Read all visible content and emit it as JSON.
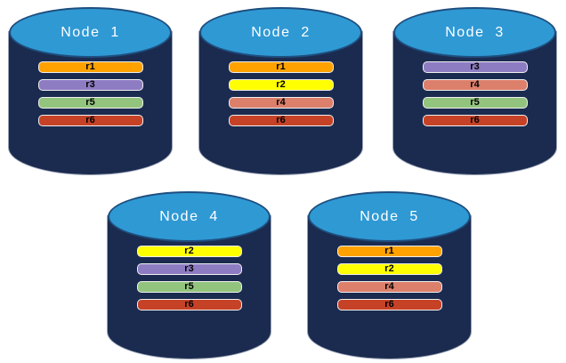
{
  "canvas": {
    "background": "#FFFFFF"
  },
  "colors": {
    "cylinder_body": "#1B2B4F",
    "cylinder_top_fill": "#2F99D4",
    "cylinder_top_border": "#1E4E7E",
    "cylinder_edge_highlight": "#99A2B6",
    "bar_border": "#F0F0F0",
    "bar_text": "#000000",
    "title_text": "#FFFFFF"
  },
  "region_colors": {
    "r1": "#FFA200",
    "r2": "#FFFF00",
    "r3": "#8E7CC3",
    "r4": "#DC7F6B",
    "r5": "#93C47D",
    "r6": "#C64227"
  },
  "nodes": [
    {
      "label": "Node  1",
      "regions": [
        "r1",
        "r3",
        "r5",
        "r6"
      ]
    },
    {
      "label": "Node  2",
      "regions": [
        "r1",
        "r2",
        "r4",
        "r6"
      ]
    },
    {
      "label": "Node  3",
      "regions": [
        "r3",
        "r4",
        "r5",
        "r6"
      ]
    },
    {
      "label": "Node  4",
      "regions": [
        "r2",
        "r3",
        "r5",
        "r6"
      ]
    },
    {
      "label": "Node  5",
      "regions": [
        "r1",
        "r2",
        "r4",
        "r6"
      ]
    }
  ]
}
